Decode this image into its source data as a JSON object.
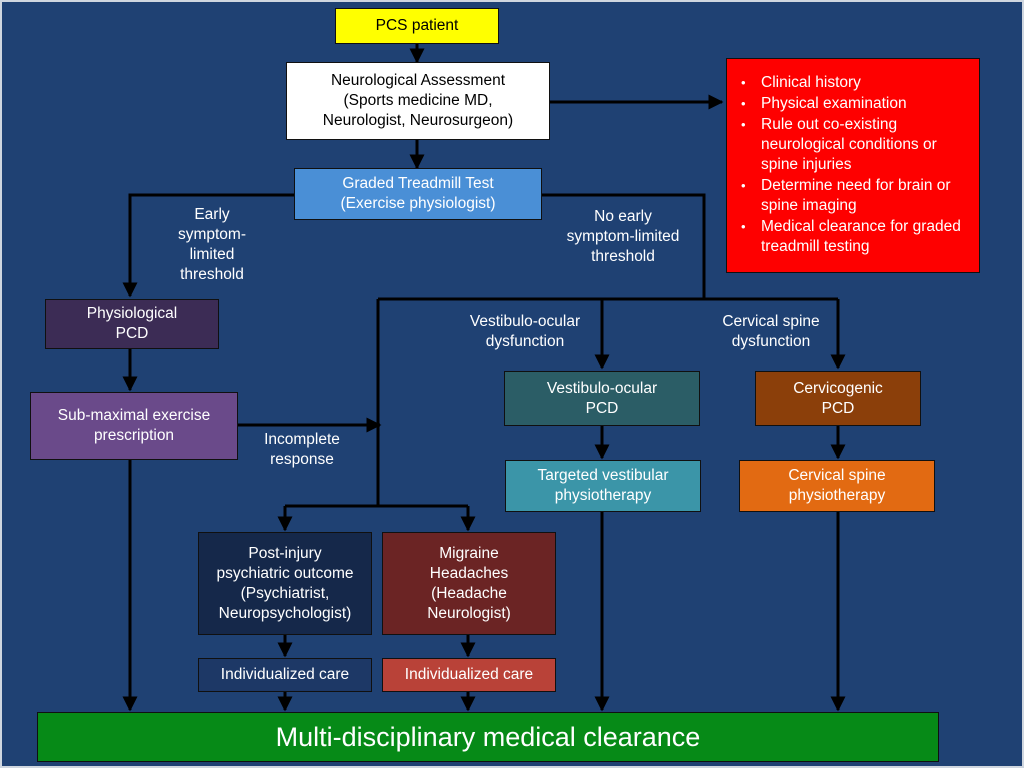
{
  "nodes": {
    "pcs_patient": "PCS patient",
    "neuro_assessment": "Neurological Assessment\n(Sports medicine MD,\nNeurologist, Neurosurgeon)",
    "treadmill": "Graded Treadmill Test\n(Exercise physiologist)",
    "physiological_pcd": "Physiological\nPCD",
    "submax": "Sub-maximal exercise\nprescription",
    "vestibulo_pcd": "Vestibulo-ocular\nPCD",
    "vestibular_physio": "Targeted vestibular\nphysiotherapy",
    "cervicogenic_pcd": "Cervicogenic\nPCD",
    "cervical_physio": "Cervical spine\nphysiotherapy",
    "psychiatric": "Post-injury\npsychiatric outcome\n(Psychiatrist,\nNeuropsychologist)",
    "migraine": "Migraine\nHeadaches\n(Headache\nNeurologist)",
    "care_left": "Individualized care",
    "care_right": "Individualized care",
    "clearance": "Multi-disciplinary medical clearance"
  },
  "assessment_items": [
    "Clinical history",
    "Physical examination",
    "Rule out co-existing neurological conditions or spine injuries",
    "Determine need for brain or spine imaging",
    "Medical clearance for graded treadmill testing"
  ],
  "edge_labels": {
    "early": "Early\nsymptom-\nlimited\nthreshold",
    "no_early": "No early\nsymptom-limited\nthreshold",
    "vestibulo_dysfunction": "Vestibulo-ocular\ndysfunction",
    "cervical_dysfunction": "Cervical spine\ndysfunction",
    "incomplete": "Incomplete\nresponse"
  },
  "colors": {
    "background": "#1f4173",
    "pcs_patient": "#ffff00",
    "assessment": "#ffffff",
    "treadmill": "#4a8fd6",
    "physiological": "#3c2c55",
    "submax": "#6a4a8a",
    "vestibulo_pcd": "#2b5d66",
    "vestibular_physio": "#3b95a8",
    "cervicogenic_pcd": "#8b3f0a",
    "cervical_physio": "#e26a12",
    "psychiatric": "#15284a",
    "migraine": "#6b2424",
    "care_left": "#1d3866",
    "care_right": "#b94238",
    "clearance": "#068a17",
    "red_box": "#fe0000"
  }
}
